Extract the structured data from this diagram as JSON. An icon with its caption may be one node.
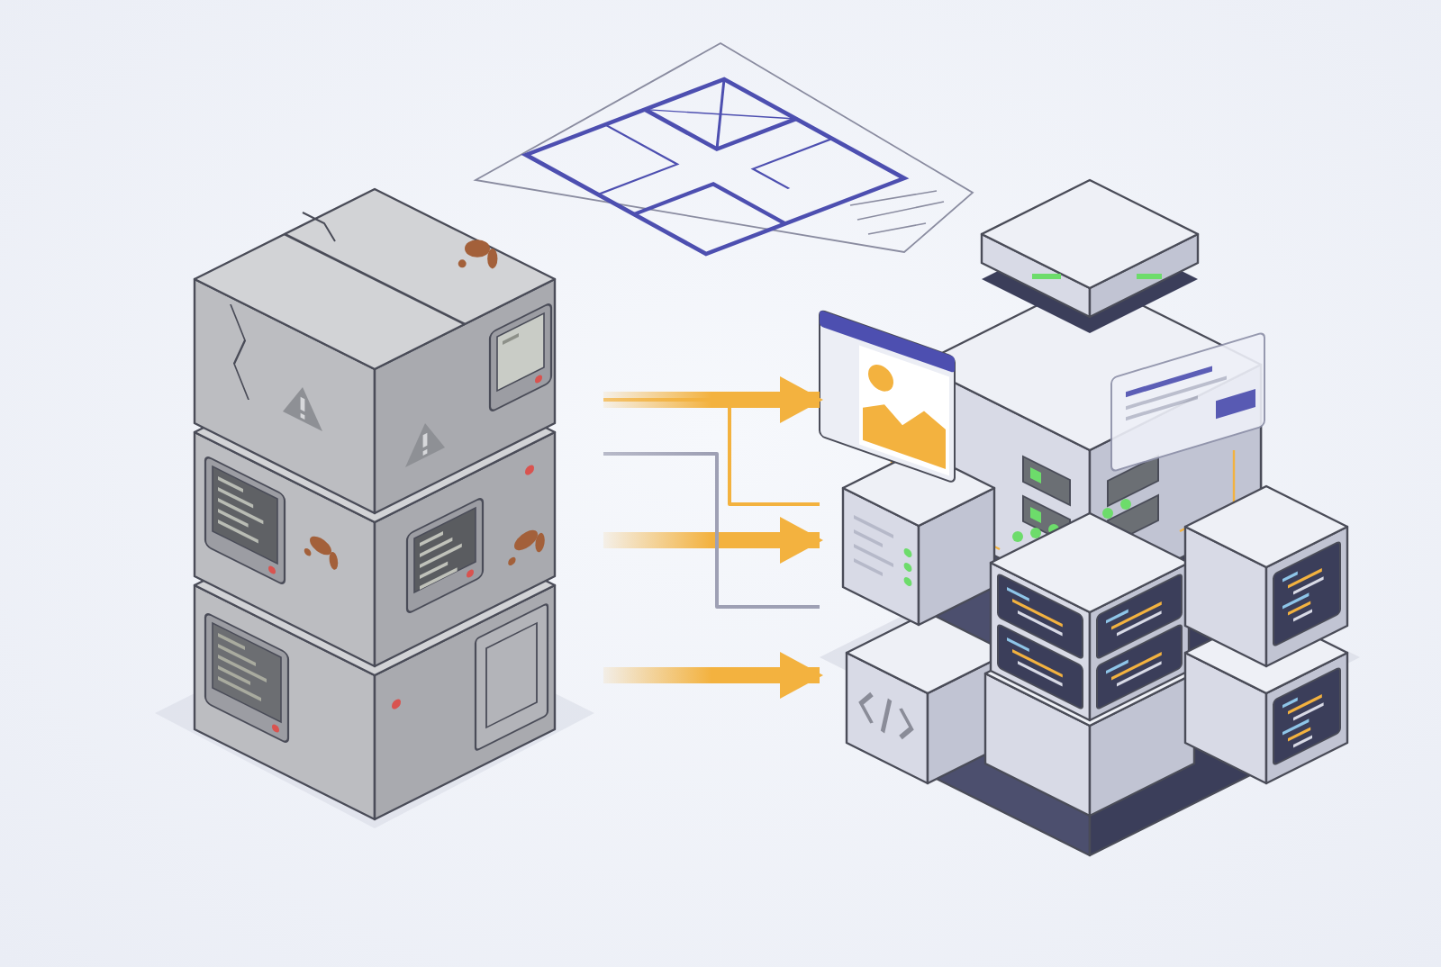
{
  "diagram": {
    "nodes": [
      {
        "text": [],
        "shape": "picture"
      },
      {
        "text": [],
        "shape": "picture"
      },
      {
        "text": [],
        "shape": "picture"
      }
    ],
    "edges": [
      {
        "from": 0,
        "to": 2,
        "arrow": "to",
        "style": "thick"
      },
      {
        "from": 0,
        "to": 2,
        "arrow": "none"
      },
      {
        "from": 0,
        "to": 2,
        "arrow": "to",
        "style": "thick"
      },
      {
        "from": 0,
        "to": 2,
        "arrow": "none",
        "color": "#9ea0b4"
      },
      {
        "from": 0,
        "to": 2,
        "arrow": "to",
        "style": "thick"
      }
    ]
  }
}
